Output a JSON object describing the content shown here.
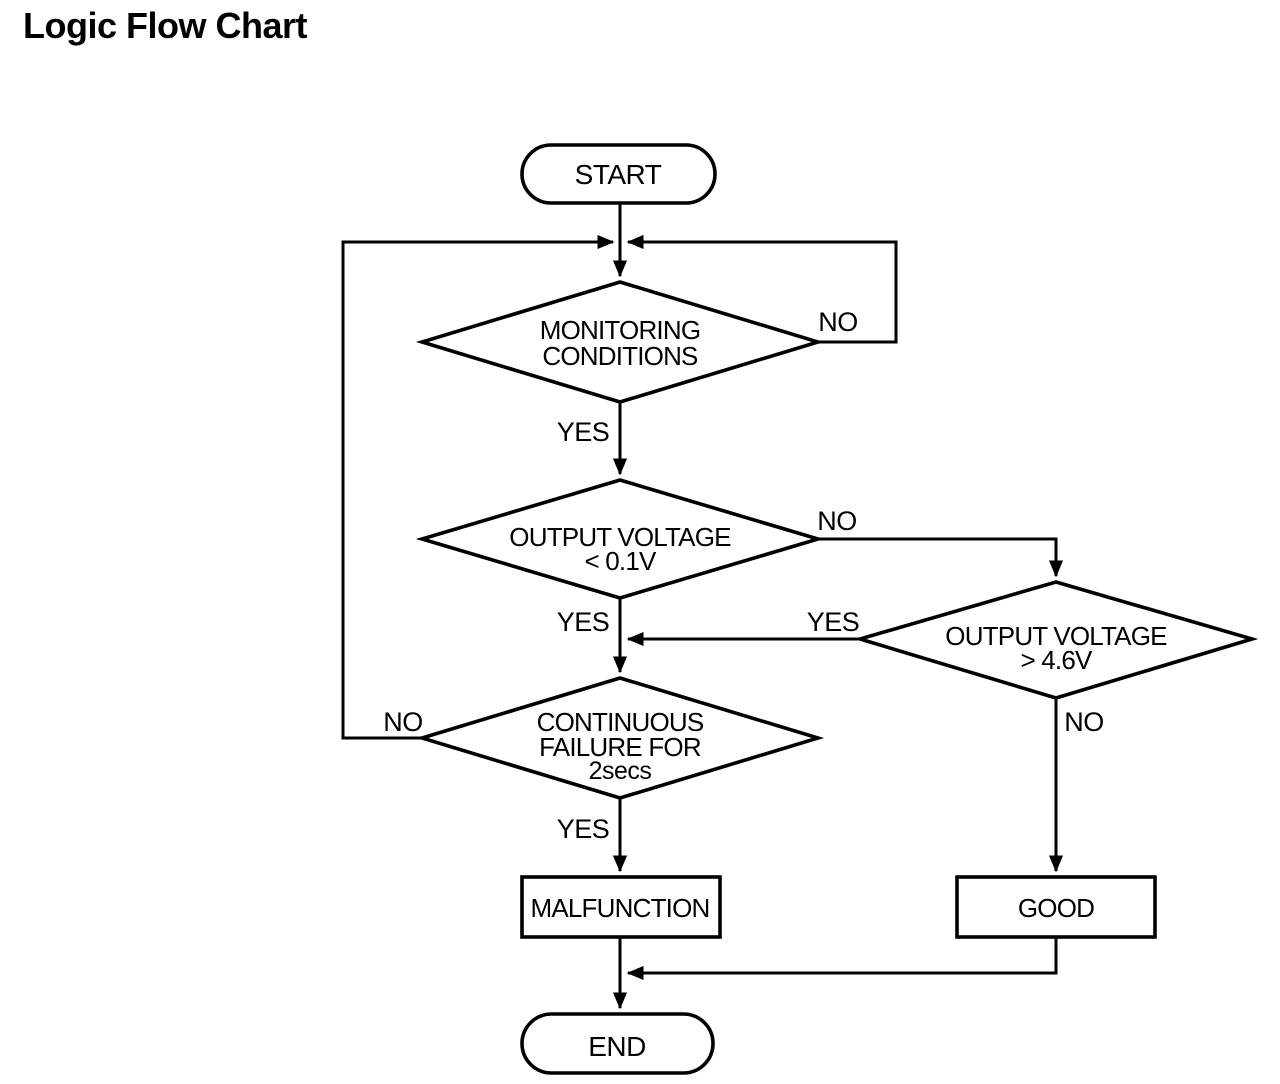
{
  "title": "Logic Flow Chart",
  "colors": {
    "line": "#000000",
    "background": "#ffffff",
    "text": "#000000"
  },
  "nodes": {
    "start": {
      "type": "terminator",
      "label": "START"
    },
    "monitoring": {
      "type": "decision",
      "lines": [
        "MONITORING",
        "CONDITIONS"
      ]
    },
    "output_low": {
      "type": "decision",
      "lines": [
        "OUTPUT VOLTAGE",
        "< 0.1V"
      ]
    },
    "output_high": {
      "type": "decision",
      "lines": [
        "OUTPUT VOLTAGE",
        "> 4.6V"
      ]
    },
    "continuous": {
      "type": "decision",
      "lines": [
        "CONTINUOUS",
        "FAILURE FOR",
        "2secs"
      ]
    },
    "malfunction": {
      "type": "process",
      "label": "MALFUNCTION"
    },
    "good": {
      "type": "process",
      "label": "GOOD"
    },
    "end": {
      "type": "terminator",
      "label": "END"
    }
  },
  "edges": {
    "monitoring_no": "NO",
    "monitoring_yes": "YES",
    "output_low_no": "NO",
    "output_low_yes": "YES",
    "output_high_yes": "YES",
    "output_high_no": "NO",
    "continuous_no": "NO",
    "continuous_yes": "YES"
  }
}
